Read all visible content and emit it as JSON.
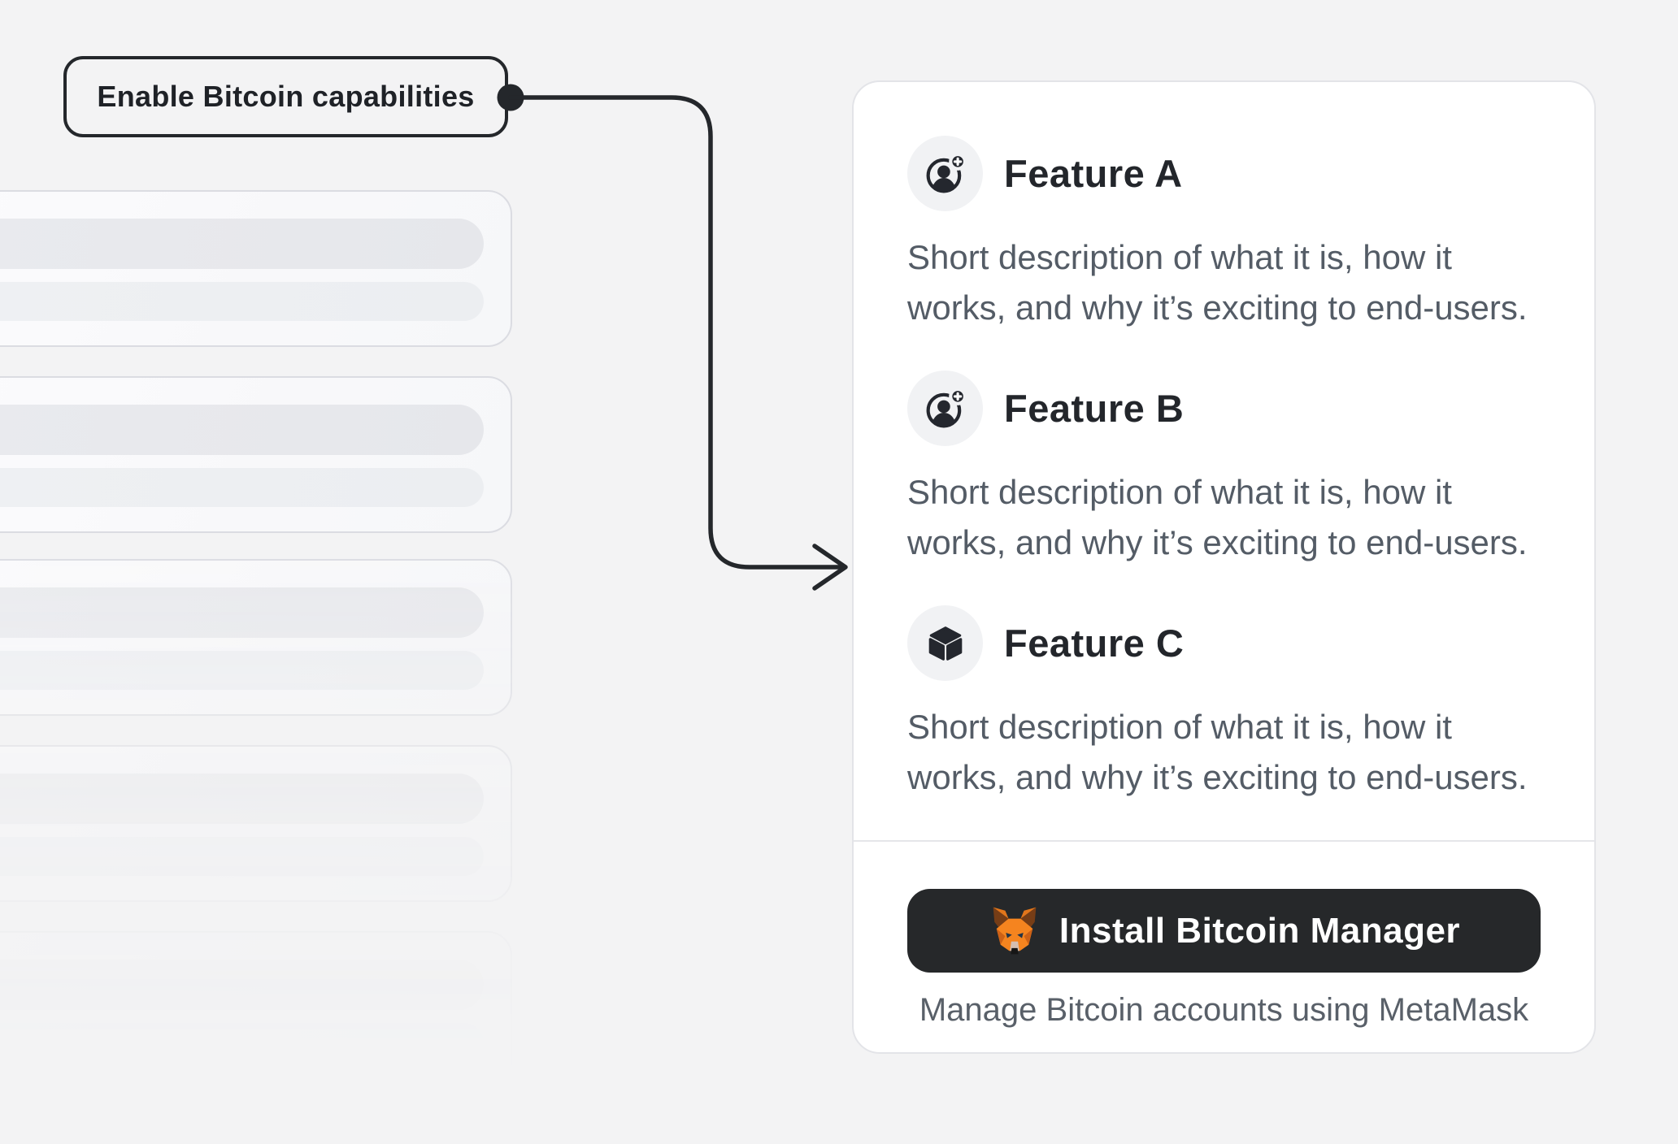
{
  "callout": {
    "label": "Enable Bitcoin capabilities"
  },
  "connector": {
    "color": "#24272b"
  },
  "features": [
    {
      "icon": "user-add-icon",
      "title": "Feature A",
      "description": "Short description of what it is, how it works, and why it’s exciting to end-users."
    },
    {
      "icon": "user-add-icon",
      "title": "Feature B",
      "description": "Short description of what it is, how it works, and why it’s exciting to end-users."
    },
    {
      "icon": "cube-icon",
      "title": "Feature C",
      "description": "Short description of what it is, how it works, and why it’s exciting to end-users."
    }
  ],
  "footer": {
    "button_label": "Install Bitcoin Manager",
    "button_icon": "metamask-fox-icon",
    "caption": "Manage Bitcoin accounts using MetaMask"
  },
  "colors": {
    "page_background": "#f3f3f4",
    "card_background": "#ffffff",
    "card_border": "#e3e4e8",
    "button_background": "#26282a",
    "heading_text": "#23262b",
    "body_text": "#545c66",
    "connector": "#24272b",
    "fox_orange": "#f5841f"
  }
}
